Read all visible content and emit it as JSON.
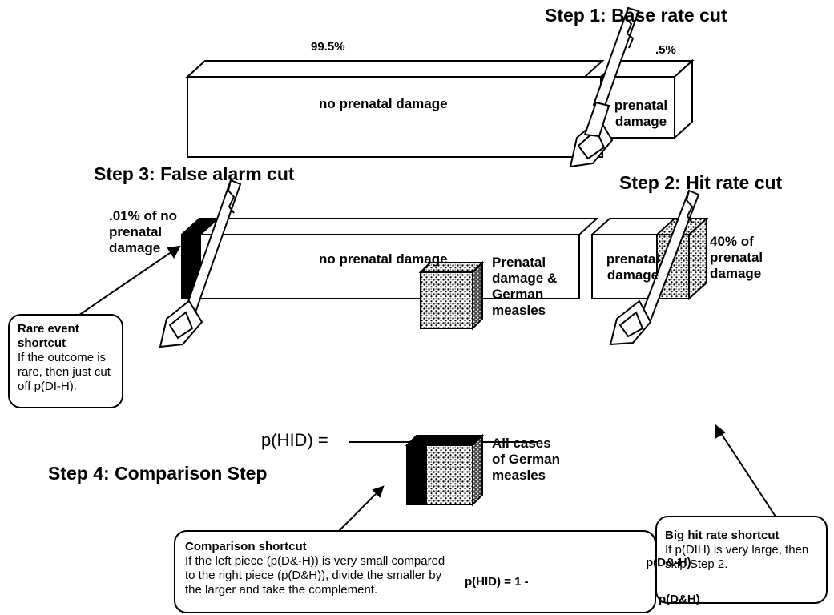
{
  "steps": {
    "step1": "Step 1: Base rate cut",
    "step2": "Step 2: Hit rate cut",
    "step3": "Step 3: False alarm cut",
    "step4": "Step 4: Comparison Step"
  },
  "top_bar": {
    "pct_left": "99.5%",
    "pct_right": ".5%",
    "left_label": "no prenatal damage",
    "right_label": "prenatal damage"
  },
  "middle_bar": {
    "false_alarm_label": ".01% of no prenatal damage",
    "center_label": "no prenatal damage",
    "right_label": "prenatal damage",
    "hit_label": "40% of prenatal damage"
  },
  "fraction": {
    "lhs": "p(HID) =",
    "numerator_label": "Prenatal damage & German measles",
    "denominator_label": "All cases of German measles"
  },
  "shortcuts": {
    "rare": {
      "title": "Rare event shortcut",
      "text": "If the outcome is rare, then just cut off p(DI-H)."
    },
    "hit": {
      "title": "Big hit rate shortcut",
      "text": "If p(DIH) is very large, then skip Step 2."
    },
    "comparison": {
      "title": "Comparison shortcut",
      "text": "If the left piece (p(D&-H)) is very small compared to the right piece (p(D&H)), divide the smaller by the larger and take the complement."
    }
  },
  "comparison_formula": {
    "lhs": "p(HID) = 1 -",
    "numerator": "p(D&-H)",
    "denominator": "p(D&H)"
  }
}
